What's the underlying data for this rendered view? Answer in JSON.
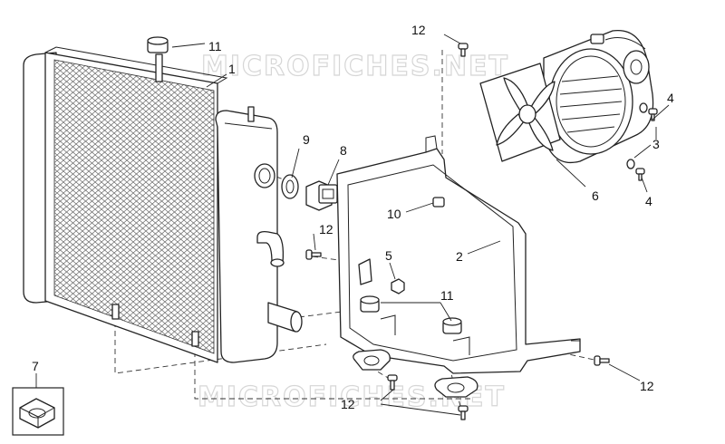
{
  "watermarks": {
    "top": "MICROFICHES.NET",
    "bottom": "MICROFICHES.NET"
  },
  "callouts": [
    {
      "id": "c1",
      "label": "1"
    },
    {
      "id": "c2",
      "label": "2"
    },
    {
      "id": "c3",
      "label": "3"
    },
    {
      "id": "c4a",
      "label": "4"
    },
    {
      "id": "c4b",
      "label": "4"
    },
    {
      "id": "c5",
      "label": "5"
    },
    {
      "id": "c6",
      "label": "6"
    },
    {
      "id": "c7",
      "label": "7"
    },
    {
      "id": "c8",
      "label": "8"
    },
    {
      "id": "c9",
      "label": "9"
    },
    {
      "id": "c10",
      "label": "10"
    },
    {
      "id": "c11a",
      "label": "11"
    },
    {
      "id": "c11b",
      "label": "11"
    },
    {
      "id": "c12a",
      "label": "12"
    },
    {
      "id": "c12b",
      "label": "12"
    },
    {
      "id": "c12c",
      "label": "12"
    },
    {
      "id": "c12d",
      "label": "12"
    }
  ]
}
